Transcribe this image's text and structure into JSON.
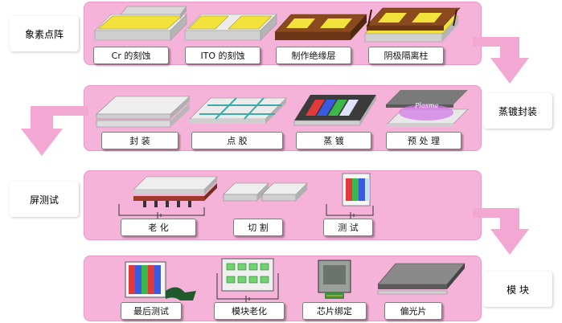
{
  "rows": [
    {
      "label": "象素点阵",
      "items": [
        "Cr 的刻蚀",
        "ITO 的刻蚀",
        "制作绝缘层",
        "阴极隔离柱"
      ]
    },
    {
      "label": "蒸镀封装",
      "items": [
        "封 装",
        "点 胶",
        "蒸 镀",
        "预 处 理"
      ]
    },
    {
      "label": "屏测试",
      "items": [
        "老 化",
        "切 割",
        "测 试"
      ]
    },
    {
      "label": "模 块",
      "items": [
        "最后测试",
        "模块老化",
        "芯片绑定",
        "偏光片"
      ]
    }
  ],
  "plasma_text": "Plasma",
  "colors": {
    "band": "#f6b3d9",
    "arrow": "#f3a8d4",
    "yellow": "#f2e23b",
    "brown": "#8a4a1e"
  }
}
